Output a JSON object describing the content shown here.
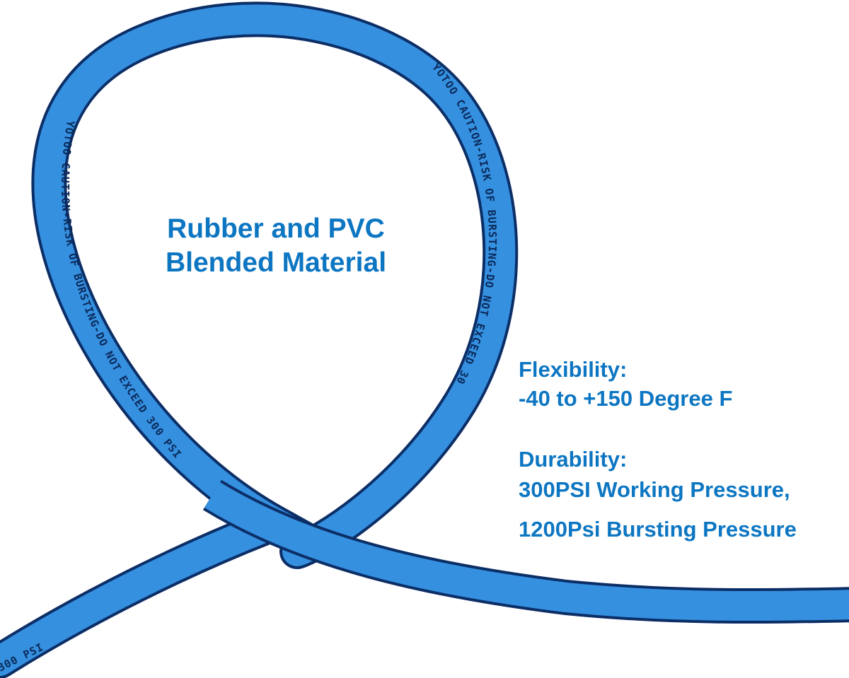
{
  "product": {
    "color": "#3590e0",
    "print_main": "YOTOO CAUTION-RISK OF BURSTING-DO NOT EXCEED 300 PSI",
    "print_tail": "300 PSI"
  },
  "headline": {
    "line1": "Rubber and PVC",
    "line2": "Blended Material"
  },
  "specs": {
    "flexibility_label": "Flexibility:",
    "flexibility_value": "-40 to +150 Degree F",
    "durability_label": "Durability:",
    "durability_value_1": "300PSI Working Pressure,",
    "durability_value_2": "1200Psi Bursting Pressure"
  },
  "colors": {
    "text_accent": "#0d76c2",
    "print_ink": "#0b2a5a"
  }
}
